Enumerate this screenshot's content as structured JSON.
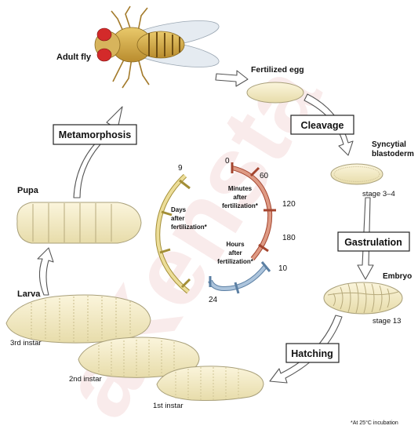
{
  "watermark_text": "aKensta",
  "labels": {
    "adult_fly": "Adult fly",
    "fertilized_egg": "Fertilized egg",
    "syncytial_1": "Syncytial",
    "syncytial_2": "blastoderm",
    "stage_3_4": "stage 3–4",
    "embryo": "Embryo",
    "stage_13": "stage 13",
    "pupa": "Pupa",
    "larva": "Larva",
    "instar_3": "3rd instar",
    "instar_2": "2nd instar",
    "instar_1": "1st instar",
    "footnote": "*At 25°C incubation"
  },
  "process_boxes": {
    "metamorphosis": "Metamorphosis",
    "cleavage": "Cleavage",
    "gastrulation": "Gastrulation",
    "hatching": "Hatching"
  },
  "timeline": {
    "days": {
      "line1": "Days",
      "line2": "after",
      "line3": "fertilization*",
      "end_tick": "9",
      "color": "#e5d58a"
    },
    "minutes": {
      "line1": "Minutes",
      "line2": "after",
      "line3": "fertilization*",
      "ticks": [
        "0",
        "60",
        "120",
        "180"
      ],
      "color": "#d98a74"
    },
    "hours": {
      "line1": "Hours",
      "line2": "after",
      "line3": "fertilization*",
      "ticks": [
        "10",
        "24"
      ],
      "color": "#9db8d3"
    }
  },
  "colors": {
    "body_fill": "#f3ebc4",
    "body_stroke": "#a9a07a",
    "fly_eye": "#d32a2a",
    "watermark": "#f3d6d6"
  }
}
